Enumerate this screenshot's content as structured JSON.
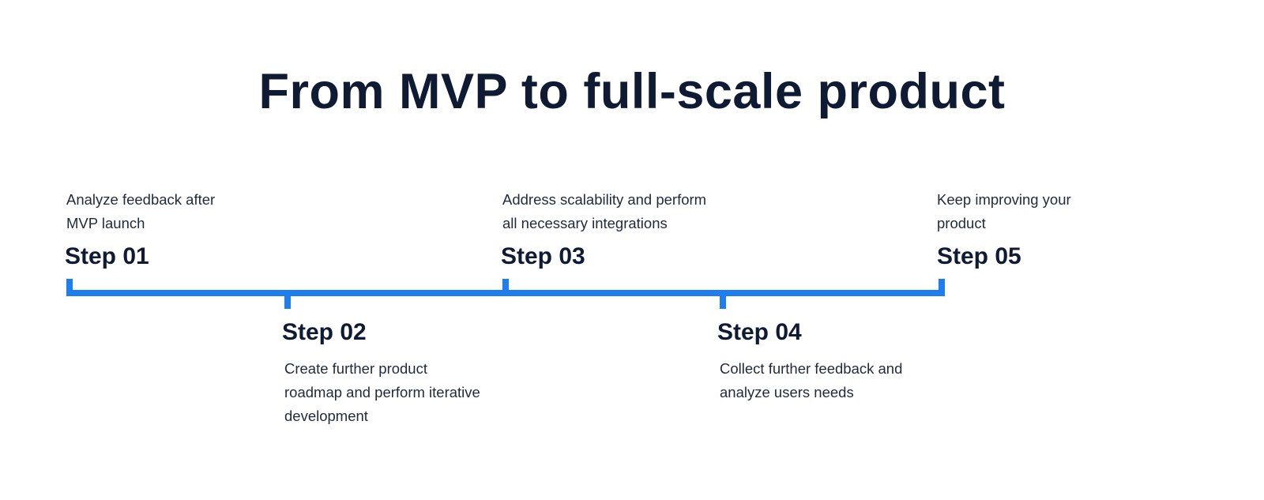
{
  "title": "From MVP to full-scale product",
  "accent_color": "#1e7ef0",
  "steps": [
    {
      "label": "Step 01",
      "description_lines": [
        "Analyze feedback after",
        "MVP launch"
      ]
    },
    {
      "label": "Step 02",
      "description_lines": [
        "Create further product",
        "roadmap and perform iterative",
        "development"
      ]
    },
    {
      "label": "Step 03",
      "description_lines": [
        "Address scalability and perform",
        "all necessary integrations"
      ]
    },
    {
      "label": "Step 04",
      "description_lines": [
        "Collect further feedback and",
        "analyze users needs"
      ]
    },
    {
      "label": "Step 05",
      "description_lines": [
        "Keep improving your",
        "product"
      ]
    }
  ]
}
